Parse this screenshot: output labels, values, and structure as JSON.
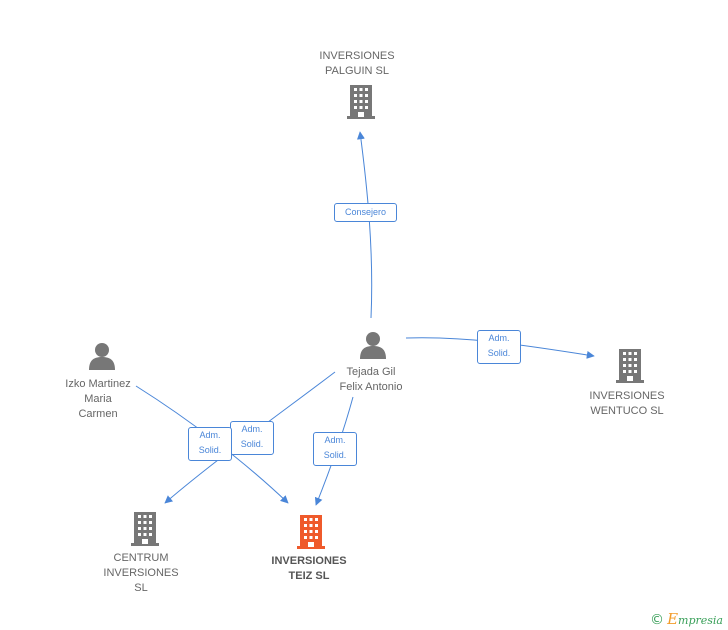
{
  "nodes": {
    "palguin": {
      "label": "INVERSIONES\nPALGUIN  SL",
      "type": "company"
    },
    "tejada": {
      "label": "Tejada Gil\nFelix Antonio",
      "type": "person"
    },
    "izko": {
      "label": "Izko Martinez\nMaria\nCarmen",
      "type": "person"
    },
    "wentuco": {
      "label": "INVERSIONES\nWENTUCO  SL",
      "type": "company"
    },
    "centrum": {
      "label": "CENTRUM\nINVERSIONES\nSL",
      "type": "company"
    },
    "teiz": {
      "label": "INVERSIONES\nTEIZ SL",
      "type": "company-focus"
    }
  },
  "edges": [
    {
      "from": "tejada",
      "to": "palguin",
      "label": "Consejero"
    },
    {
      "from": "tejada",
      "to": "wentuco",
      "label": "Adm.\nSolid."
    },
    {
      "from": "tejada",
      "to": "teiz",
      "label": "Adm.\nSolid."
    },
    {
      "from": "tejada",
      "to": "centrum",
      "label": "Adm.\nSolid."
    },
    {
      "from": "izko",
      "to": "teiz",
      "label": "Adm.\nSolid."
    }
  ],
  "colors": {
    "edge": "#4a86d8",
    "icon": "#777777",
    "focus_icon": "#ef5a2b"
  },
  "brand": {
    "copyright": "©",
    "e": "E",
    "rest": "mpresia"
  }
}
